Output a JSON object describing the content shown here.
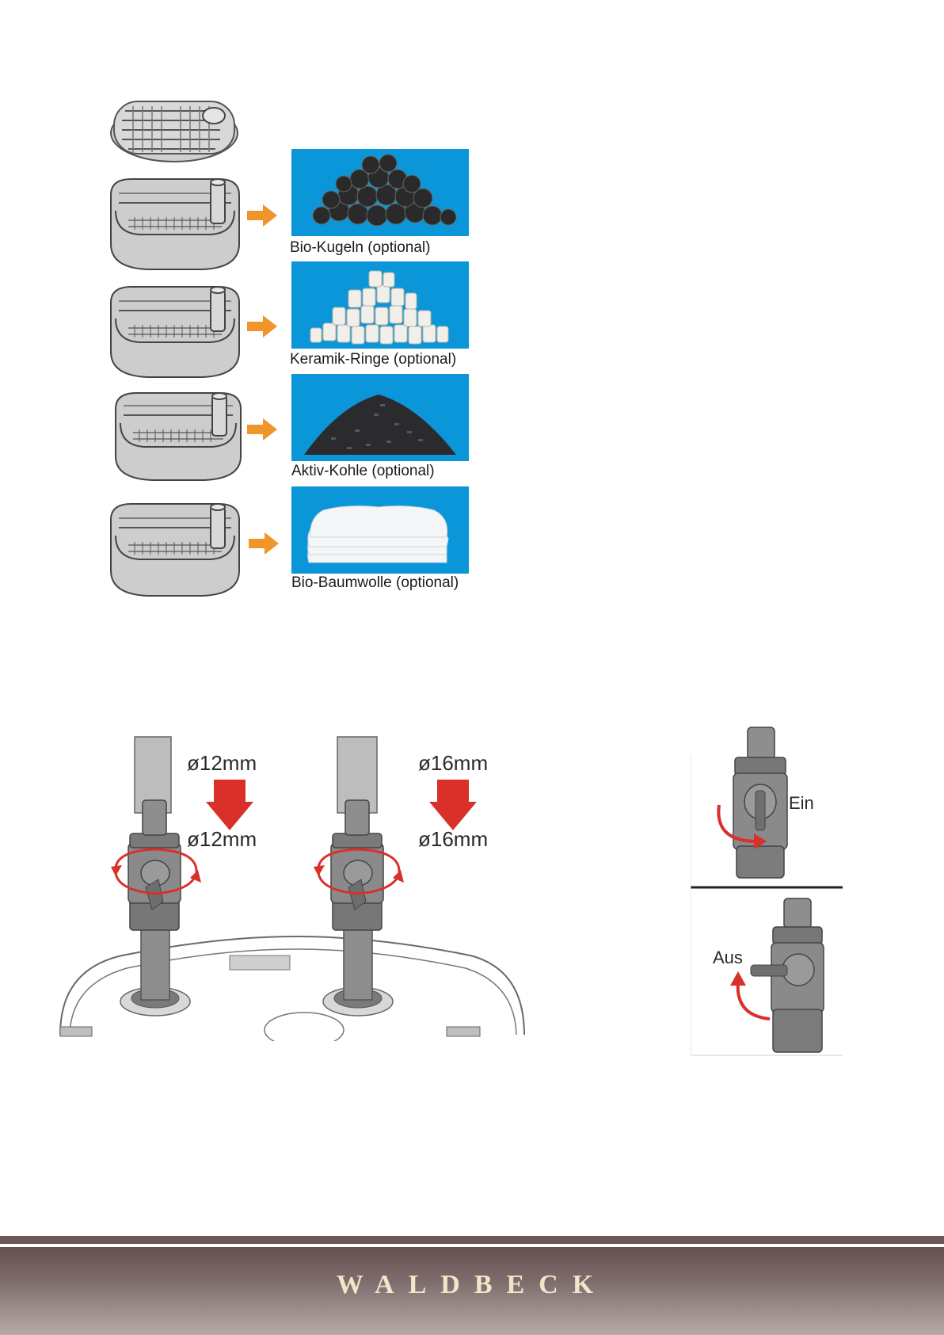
{
  "media": {
    "items": [
      {
        "label": "Bio-Kugeln (optional)"
      },
      {
        "label": "Keramik-Ringe (optional)"
      },
      {
        "label": "Aktiv-Kohle (optional)"
      },
      {
        "label": "Bio-Baumwolle (optional)"
      }
    ]
  },
  "connectors": {
    "left": {
      "hose": "ø12mm",
      "fitting": "ø12mm"
    },
    "right": {
      "hose": "ø16mm",
      "fitting": "ø16mm"
    }
  },
  "valve": {
    "on_label": "Ein",
    "off_label": "Aus"
  },
  "footer": {
    "brand": "WALDBECK"
  },
  "colors": {
    "photo_bg": "#0a96d8",
    "arrow_orange": "#f0952a",
    "arrow_red": "#d9302a",
    "footer": "#6b5757"
  }
}
